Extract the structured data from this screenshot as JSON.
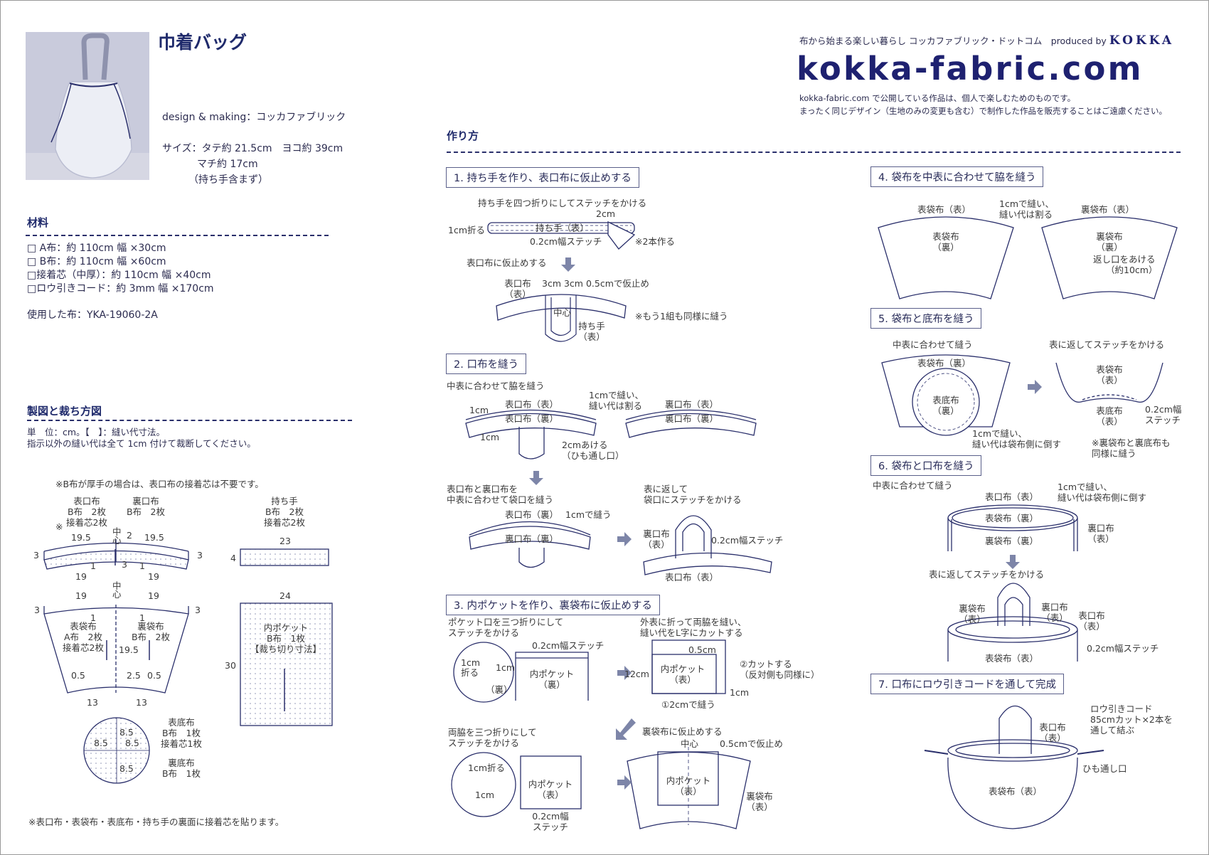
{
  "header": {
    "title": "巾着バッグ",
    "design": "design & making：コッカファブリック",
    "size_line1": "サイズ：タテ約 21.5cm　ヨコ約 39cm",
    "size_line2": "マチ約 17cm",
    "size_line3": "（持ち手含まず）",
    "tagline": "布から始まる楽しい暮らし コッカファブリック・ドットコム　produced by",
    "brand": "KOKKA",
    "logo": "kokka-fabric.com",
    "notice1": "kokka-fabric.com で公開している作品は、個人で楽しむためのものです。",
    "notice2": "まったく同じデザイン（生地のみの変更も含む）で制作した作品を販売することはご遠慮ください。"
  },
  "materials": {
    "heading": "材料",
    "items": [
      "□ A布：約 110cm 幅 ×30cm",
      "□ B布：約 110cm 幅 ×60cm",
      "□接着芯（中厚）：約 110cm 幅 ×40cm",
      "□ロウ引きコード：約 3mm 幅 ×170cm"
    ],
    "fabric_used": "使用した布：YKA-19060-2A"
  },
  "pattern": {
    "heading": "製図と裁ち方図",
    "unit_note": "単　位：cm。【　】：縫い代寸法。",
    "seam_note": "指示以外の縫い代は全て 1cm 付けて裁断してください。",
    "b_note": "※B布が厚手の場合は、表口布の接着芯は不要です。",
    "mark": "※",
    "omote_kuchi": [
      "表口布",
      "B布　2枚",
      "接着芯2枚"
    ],
    "ura_kuchi": [
      "裏口布",
      "B布　2枚"
    ],
    "handle": [
      "持ち手",
      "B布　2枚",
      "接着芯2枚"
    ],
    "omote_fukuro": [
      "表袋布",
      "A布　2枚",
      "接着芯2枚"
    ],
    "ura_fukuro": [
      "裏袋布",
      "B布　2枚"
    ],
    "pocket": [
      "内ポケット",
      "B布　1枚",
      "【裁ち切り寸法】"
    ],
    "omote_soko": [
      "表底布",
      "B布　1枚",
      "接着芯1枚"
    ],
    "ura_soko": [
      "裏底布",
      "B布　1枚"
    ],
    "center": "中心",
    "dims": {
      "d19_5": "19.5",
      "d19": "19",
      "d2": "2",
      "d3": "3",
      "d1": "1",
      "d23": "23",
      "d4": "4",
      "d24": "24",
      "d30": "30",
      "d0_5": "0.5",
      "d2_5": "2.5",
      "d13": "13",
      "d8_5": "8.5"
    },
    "footer": "※表口布・表袋布・表底布・持ち手の裏面に接着芯を貼ります。"
  },
  "howto": {
    "heading": "作り方",
    "step1": {
      "title": "1. 持ち手を作り、表口布に仮止めする",
      "fold4": "持ち手を四つ折りにしてステッチをかける",
      "cm2": "2cm",
      "fold1": "1cm折る",
      "handle_face": "持ち手（表）",
      "stitch": "0.2cm幅ステッチ",
      "make2": "※2本作る",
      "baste": "表口布に仮止めする",
      "kuchi": [
        "表口布",
        "（表）"
      ],
      "dims": "3cm  3cm 0.5cmで仮止め",
      "center": "中心",
      "handle": [
        "持ち手",
        "（表）"
      ],
      "repeat": "※もう1組も同様に縫う"
    },
    "step2": {
      "title": "2. 口布を縫う",
      "side": "中表に合わせて脇を縫う",
      "cm1": "1cm",
      "omote_face": "表口布（表）",
      "omote_back": "表口布（裏）",
      "press": [
        "1cmで縫い、",
        "縫い代は割る"
      ],
      "ura_face": "裏口布（表）",
      "ura_back": "裏口布（裏）",
      "opening": [
        "2cmあける",
        "（ひも通し口）"
      ],
      "join": [
        "表口布と裏口布を",
        "中表に合わせて袋口を縫う"
      ],
      "sew1": "1cmで縫う",
      "turn": [
        "表に返して",
        "袋口にステッチをかける"
      ],
      "ura": [
        "裏口布",
        "（表）"
      ],
      "stitch": "0.2cm幅ステッチ"
    },
    "step3": {
      "title": "3. 内ポケットを作り、裏袋布に仮止めする",
      "fold3": [
        "ポケット口を三つ折りにして",
        "ステッチをかける"
      ],
      "stitch": "0.2cm幅ステッチ",
      "fold1": [
        "1cm",
        "折る"
      ],
      "cm1": "1cm",
      "back": "（裏）",
      "pocket_back": [
        "内ポケット",
        "（裏）"
      ],
      "outer": [
        "外表に折って両脇を縫い、",
        "縫い代をL字にカットする"
      ],
      "cm05": "0.5cm",
      "cm12": "12cm",
      "pocket_face": [
        "内ポケット",
        "（表）"
      ],
      "cut": [
        "②カットする",
        "（反対側も同様に）"
      ],
      "sew2": "①2cmで縫う",
      "sides": [
        "両脇を三つ折りにして",
        "ステッチをかける"
      ],
      "fold1b": "1cm折る",
      "stitch2": [
        "0.2cm幅",
        "ステッチ"
      ],
      "baste": "裏袋布に仮止めする",
      "center": "中心",
      "baste05": "0.5cmで仮止め",
      "ura_fukuro": [
        "裏袋布",
        "（表）"
      ]
    },
    "step4": {
      "title": "4. 袋布を中表に合わせて脇を縫う",
      "omote_face": "表袋布（表）",
      "press": [
        "1cmで縫い、",
        "縫い代は割る"
      ],
      "ura_face": "裏袋布（表）",
      "omote_back": [
        "表袋布",
        "（裏）"
      ],
      "ura_back": [
        "裏袋布",
        "（裏）"
      ],
      "opening": [
        "返し口をあける",
        "（約10cm）"
      ]
    },
    "step5": {
      "title": "5. 袋布と底布を縫う",
      "sew": "中表に合わせて縫う",
      "turn": "表に返してステッチをかける",
      "omote_back": "表袋布（裏）",
      "soko_back": [
        "表底布",
        "（裏）"
      ],
      "press": [
        "1cmで縫い、",
        "縫い代は袋布側に倒す"
      ],
      "omote_face": [
        "表袋布",
        "（表）"
      ],
      "soko_face": [
        "表底布",
        "（表）"
      ],
      "stitch": [
        "0.2cm幅",
        "ステッチ"
      ],
      "repeat": [
        "※裏袋布と裏底布も",
        "同様に縫う"
      ]
    },
    "step6": {
      "title": "6. 袋布と口布を縫う",
      "sew": "中表に合わせて縫う",
      "kuchi_face": "表口布（表）",
      "press": [
        "1cmで縫い、",
        "縫い代は袋布側に倒す"
      ],
      "omote_back": "表袋布（裏）",
      "ura_kuchi": [
        "裏口布",
        "（表）"
      ],
      "ura_back": "裏袋布（裏）",
      "turn": "表に返してステッチをかける",
      "ura_fukuro": [
        "裏袋布",
        "（表）"
      ],
      "ura_kuchi2": [
        "裏口布",
        "（表）"
      ],
      "omote_kuchi": [
        "表口布",
        "（表）"
      ],
      "stitch": "0.2cm幅ステッチ",
      "omote_face": "表袋布（表）"
    },
    "step7": {
      "title": "7. 口布にロウ引きコードを通して完成",
      "cord": [
        "ロウ引きコード",
        "85cmカット×2本を",
        "通して結ぶ"
      ],
      "kuchi": [
        "表口布",
        "（表）"
      ],
      "opening": "ひも通し口",
      "bag": "表袋布（表）"
    }
  },
  "colors": {
    "navy": "#1f2a6b",
    "arrow": "#7d85a8",
    "text": "#3a3a3a"
  }
}
